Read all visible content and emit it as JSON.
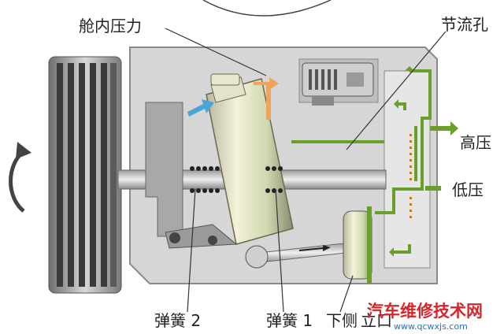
{
  "labels": {
    "cabin_pressure": "舱内压力",
    "orifice": "节流孔",
    "high_pressure": "高压",
    "low_pressure": "低压",
    "spring_2": "弹簧 2",
    "spring_1": "弹簧 1",
    "lower_side": "下侧",
    "lower_side_tail": "立口"
  },
  "watermark": {
    "title": "汽车维修技术网",
    "url": "www.qcwxjs.com"
  },
  "colors": {
    "housing": "#d6d6d6",
    "housing_edge": "#8a8a8a",
    "dark_part": "#4a4a4a",
    "green_line": "#6aa02a",
    "orange_arrow": "#f2a35a",
    "blue_arrow": "#4aa6d8",
    "watermark_red": "#d7262b",
    "watermark_blue": "#2a6fb8"
  },
  "icons": {
    "rotation": "rotation-arrow-icon"
  }
}
